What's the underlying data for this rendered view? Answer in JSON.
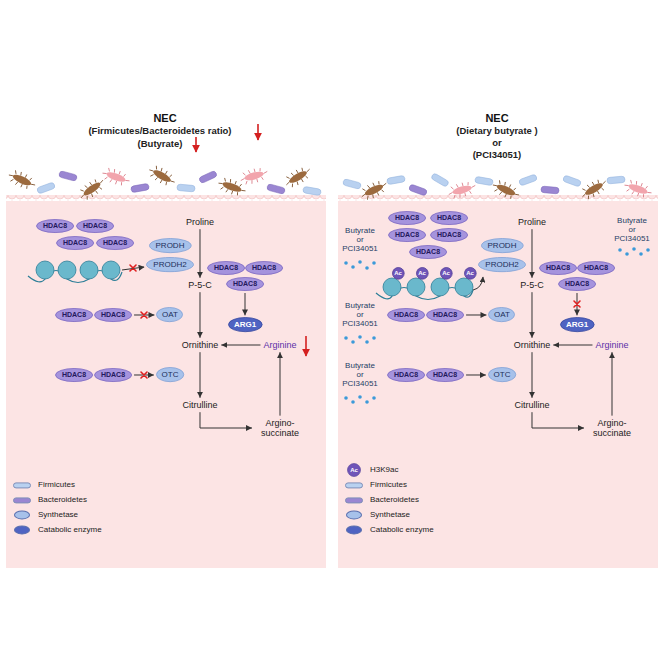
{
  "diagram": {
    "nodes": [
      {
        "text": [
          "HDAC8"
        ]
      },
      {
        "text": [
          "HDAC8"
        ]
      },
      {
        "text": [
          "HDAC8"
        ]
      },
      {
        "text": [
          "HDAC8"
        ]
      },
      {
        "text": [
          "Proline"
        ]
      },
      {
        "text": [
          "PRODH"
        ]
      },
      {
        "text": [
          "PRODH2"
        ]
      },
      {
        "text": [
          "HDAC8"
        ]
      },
      {
        "text": [
          "HDAC8"
        ]
      },
      {
        "text": [
          "HDAC8"
        ]
      },
      {
        "text": [
          "P-5-C"
        ]
      },
      {
        "text": [
          "HDAC8"
        ]
      },
      {
        "text": [
          "HDAC8"
        ]
      },
      {
        "text": [
          "OAT"
        ]
      },
      {
        "text": [
          "ARG1"
        ]
      },
      {
        "text": [
          "Ornithine"
        ]
      },
      {
        "text": [
          "Arginine"
        ]
      },
      {
        "text": [
          "HDAC8"
        ]
      },
      {
        "text": [
          "HDAC8"
        ]
      },
      {
        "text": [
          "OTC"
        ]
      },
      {
        "text": [
          "Citrulline"
        ]
      },
      {
        "text": [
          "Argino- succinate"
        ]
      },
      {
        "text": [
          "HDAC8"
        ]
      },
      {
        "text": [
          "HDAC8"
        ]
      },
      {
        "text": [
          "HDAC8"
        ]
      },
      {
        "text": [
          "HDAC8"
        ]
      },
      {
        "text": [
          "HDAC8"
        ]
      },
      {
        "text": [
          "Proline"
        ]
      },
      {
        "text": [
          "PRODH"
        ]
      },
      {
        "text": [
          "PRODH2"
        ]
      },
      {
        "text": [
          "HDAC8"
        ]
      },
      {
        "text": [
          "HDAC8"
        ]
      },
      {
        "text": [
          "HDAC8"
        ]
      },
      {
        "text": [
          "Ac"
        ]
      },
      {
        "text": [
          "Ac"
        ]
      },
      {
        "text": [
          "Ac"
        ]
      },
      {
        "text": [
          "Ac"
        ]
      },
      {
        "text": [
          "P-5-C"
        ]
      },
      {
        "text": [
          "HDAC8"
        ]
      },
      {
        "text": [
          "HDAC8"
        ]
      },
      {
        "text": [
          "OAT"
        ]
      },
      {
        "text": [
          "ARG1"
        ]
      },
      {
        "text": [
          "Ornithine"
        ]
      },
      {
        "text": [
          "Arginine"
        ]
      },
      {
        "text": [
          "HDAC8"
        ]
      },
      {
        "text": [
          "HDAC8"
        ]
      },
      {
        "text": [
          "OTC"
        ]
      },
      {
        "text": [
          "Citrulline"
        ]
      },
      {
        "text": [
          "Argino- succinate"
        ]
      }
    ],
    "edges": [
      {
        "from": 4,
        "to": 10,
        "arrow": "to"
      },
      {
        "from": 10,
        "to": 15,
        "arrow": "to"
      },
      {
        "from": 15,
        "to": 20,
        "arrow": "to"
      },
      {
        "from": 20,
        "to": 21,
        "arrow": "to"
      },
      {
        "from": 21,
        "to": 16,
        "arrow": "to"
      },
      {
        "from": 16,
        "to": 15,
        "arrow": "to"
      },
      {
        "from": 9,
        "to": 14,
        "arrow": "to"
      },
      {
        "from": 12,
        "to": 13,
        "arrow": "to"
      },
      {
        "from": 18,
        "to": 19,
        "arrow": "to"
      },
      {
        "from": 27,
        "to": 37,
        "arrow": "to"
      },
      {
        "from": 37,
        "to": 42,
        "arrow": "to"
      },
      {
        "from": 42,
        "to": 47,
        "arrow": "to"
      },
      {
        "from": 47,
        "to": 48,
        "arrow": "to"
      },
      {
        "from": 48,
        "to": 43,
        "arrow": "to"
      },
      {
        "from": 43,
        "to": 42,
        "arrow": "to"
      },
      {
        "from": 32,
        "to": 41,
        "arrow": "to"
      },
      {
        "from": 39,
        "to": 40,
        "arrow": "to"
      },
      {
        "from": 45,
        "to": 46,
        "arrow": "to"
      }
    ],
    "labels": [
      "NEC",
      "(Firmicutes/Bacteroidetes ratio)",
      "(Butyrate)",
      "NEC",
      "(Dietary butyrate )",
      "or",
      "(PCI34051)",
      "Butyrate or PCI34051",
      "Butyrate or PCI34051",
      "Butyrate or PCI34051",
      "Butyrate or PCI34051",
      "Ac"
    ],
    "legend": [
      {
        "text": "Firmicutes",
        "color": "#b9d1f0"
      },
      {
        "text": "Bacteroidetes",
        "color": "#9a86d2"
      },
      {
        "text": "Synthetase",
        "color": "#a7c1ea"
      },
      {
        "text": "Catabolic enzyme",
        "color": "#4f63c2"
      },
      {
        "text": "H3K9ac"
      },
      {
        "text": "Firmicutes",
        "color": "#b9d1f0"
      },
      {
        "text": "Bacteroidetes",
        "color": "#9a86d2"
      },
      {
        "text": "Synthetase",
        "color": "#a7c1ea"
      },
      {
        "text": "Catabolic enzyme",
        "color": "#4f63c2"
      }
    ]
  }
}
